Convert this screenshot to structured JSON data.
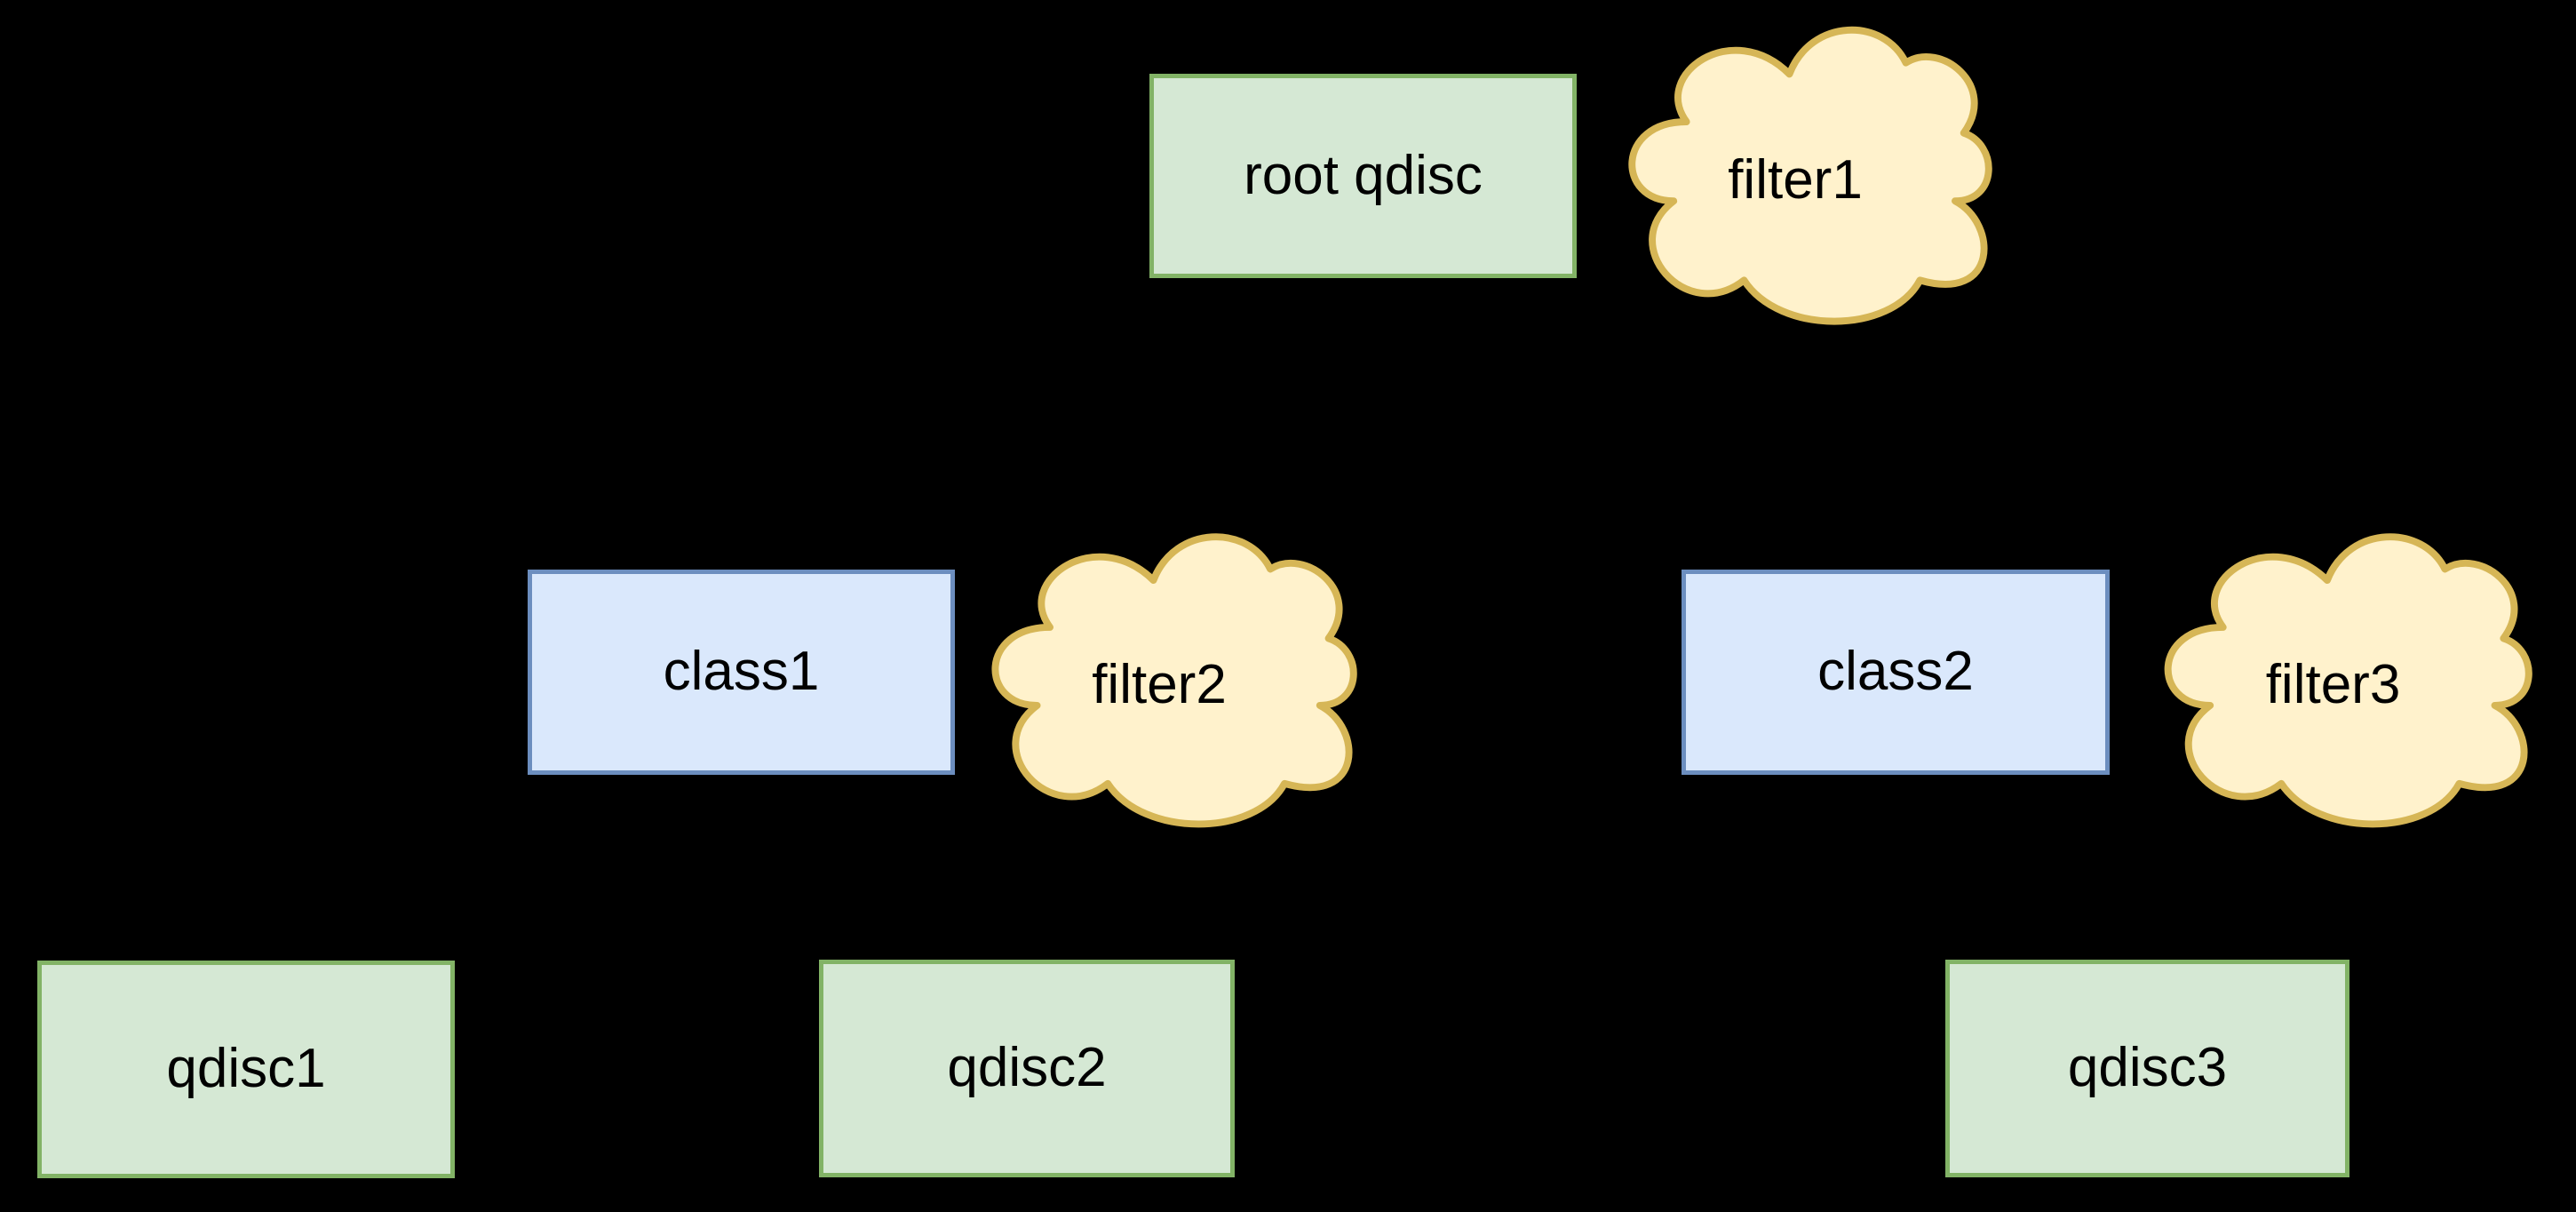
{
  "diagram": {
    "title": "Linux tc qdisc / class / filter hierarchy",
    "background_color": "#000000",
    "edge_color": "#000000",
    "palette": {
      "qdisc_fill": "#d5e8d4",
      "qdisc_stroke": "#82b366",
      "class_fill": "#dae8fc",
      "class_stroke": "#6c8ebf",
      "filter_fill": "#fff2cc",
      "filter_stroke": "#d6b656",
      "text_color": "#000000"
    }
  },
  "nodes": {
    "root_qdisc": {
      "label": "root qdisc",
      "shape": "rectangle",
      "kind": "qdisc"
    },
    "class1": {
      "label": "class1",
      "shape": "rectangle",
      "kind": "class"
    },
    "class2": {
      "label": "class2",
      "shape": "rectangle",
      "kind": "class"
    },
    "qdisc1": {
      "label": "qdisc1",
      "shape": "rectangle",
      "kind": "qdisc"
    },
    "qdisc2": {
      "label": "qdisc2",
      "shape": "rectangle",
      "kind": "qdisc"
    },
    "qdisc3": {
      "label": "qdisc3",
      "shape": "rectangle",
      "kind": "qdisc"
    },
    "filter1": {
      "label": "filter1",
      "shape": "cloud",
      "kind": "filter"
    },
    "filter2": {
      "label": "filter2",
      "shape": "cloud",
      "kind": "filter"
    },
    "filter3": {
      "label": "filter3",
      "shape": "cloud",
      "kind": "filter"
    }
  },
  "edges": [
    {
      "from": "root_qdisc",
      "to": "class1",
      "arrow": "up"
    },
    {
      "from": "root_qdisc",
      "to": "class2",
      "arrow": "up"
    },
    {
      "from": "class1",
      "to": "qdisc1",
      "arrow": "up"
    },
    {
      "from": "class1",
      "to": "qdisc2",
      "arrow": "up"
    },
    {
      "from": "class2",
      "to": "qdisc3",
      "arrow": "up"
    }
  ]
}
